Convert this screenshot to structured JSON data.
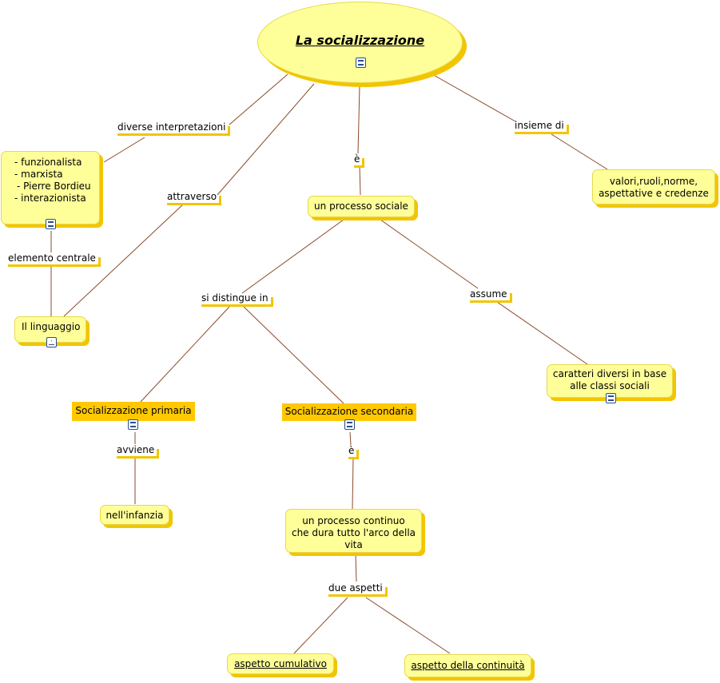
{
  "title": "La socializzazione",
  "concepts": {
    "interpretazioni": [
      "- funzionalista",
      "- marxista",
      "- Pierre Bordieu",
      "- interazionista"
    ],
    "linguaggio": "Il linguaggio",
    "processo_sociale": "un processo sociale",
    "valori": [
      "valori,ruoli,norme,",
      "aspettative e credenze"
    ],
    "caratteri": [
      "caratteri diversi in base",
      "alle classi sociali"
    ],
    "primaria": "Socializzazione primaria",
    "secondaria": "Socializzazione secondaria",
    "infanzia": "nell'infanzia",
    "continuo": [
      "un processo continuo",
      "che dura tutto l'arco della",
      "vita"
    ],
    "cumulativo": "aspetto cumulativo",
    "continuita": "aspetto della continuità"
  },
  "links": {
    "diverse_interpretazioni": "diverse interpretazioni",
    "attraverso": "attraverso",
    "e1": "è",
    "insieme_di": "insieme di",
    "elemento_centrale": "elemento centrale",
    "si_distingue_in": "si distingue in",
    "assume": "assume",
    "avviene": "avviene",
    "e2": "è",
    "due_aspetti": "due aspetti"
  },
  "icons": {
    "resource": "document-icon",
    "tree": "concept-map-icon"
  },
  "colors": {
    "node_fill": "#ffff99",
    "node_shadow": "#f2c500",
    "orange_node": "#ffc800",
    "line": "#8b4a2b"
  }
}
